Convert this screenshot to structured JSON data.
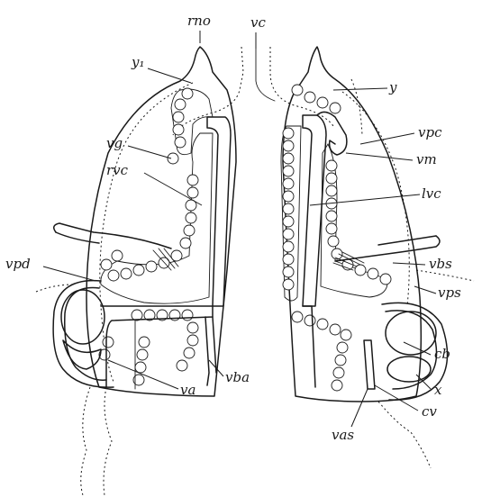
{
  "labels": {
    "rno": "rno",
    "vc": "vc",
    "y1": "y₁",
    "y": "y",
    "vpc": "vpc",
    "vg": "vg",
    "vm": "vm",
    "rvc": "rvc",
    "lvc": "lvc",
    "vpd": "vpd",
    "vbs": "vbs",
    "vps": "vps",
    "cb": "cb",
    "x": "x",
    "va": "va",
    "vba": "vba",
    "cv": "cv",
    "vas": "vas"
  }
}
